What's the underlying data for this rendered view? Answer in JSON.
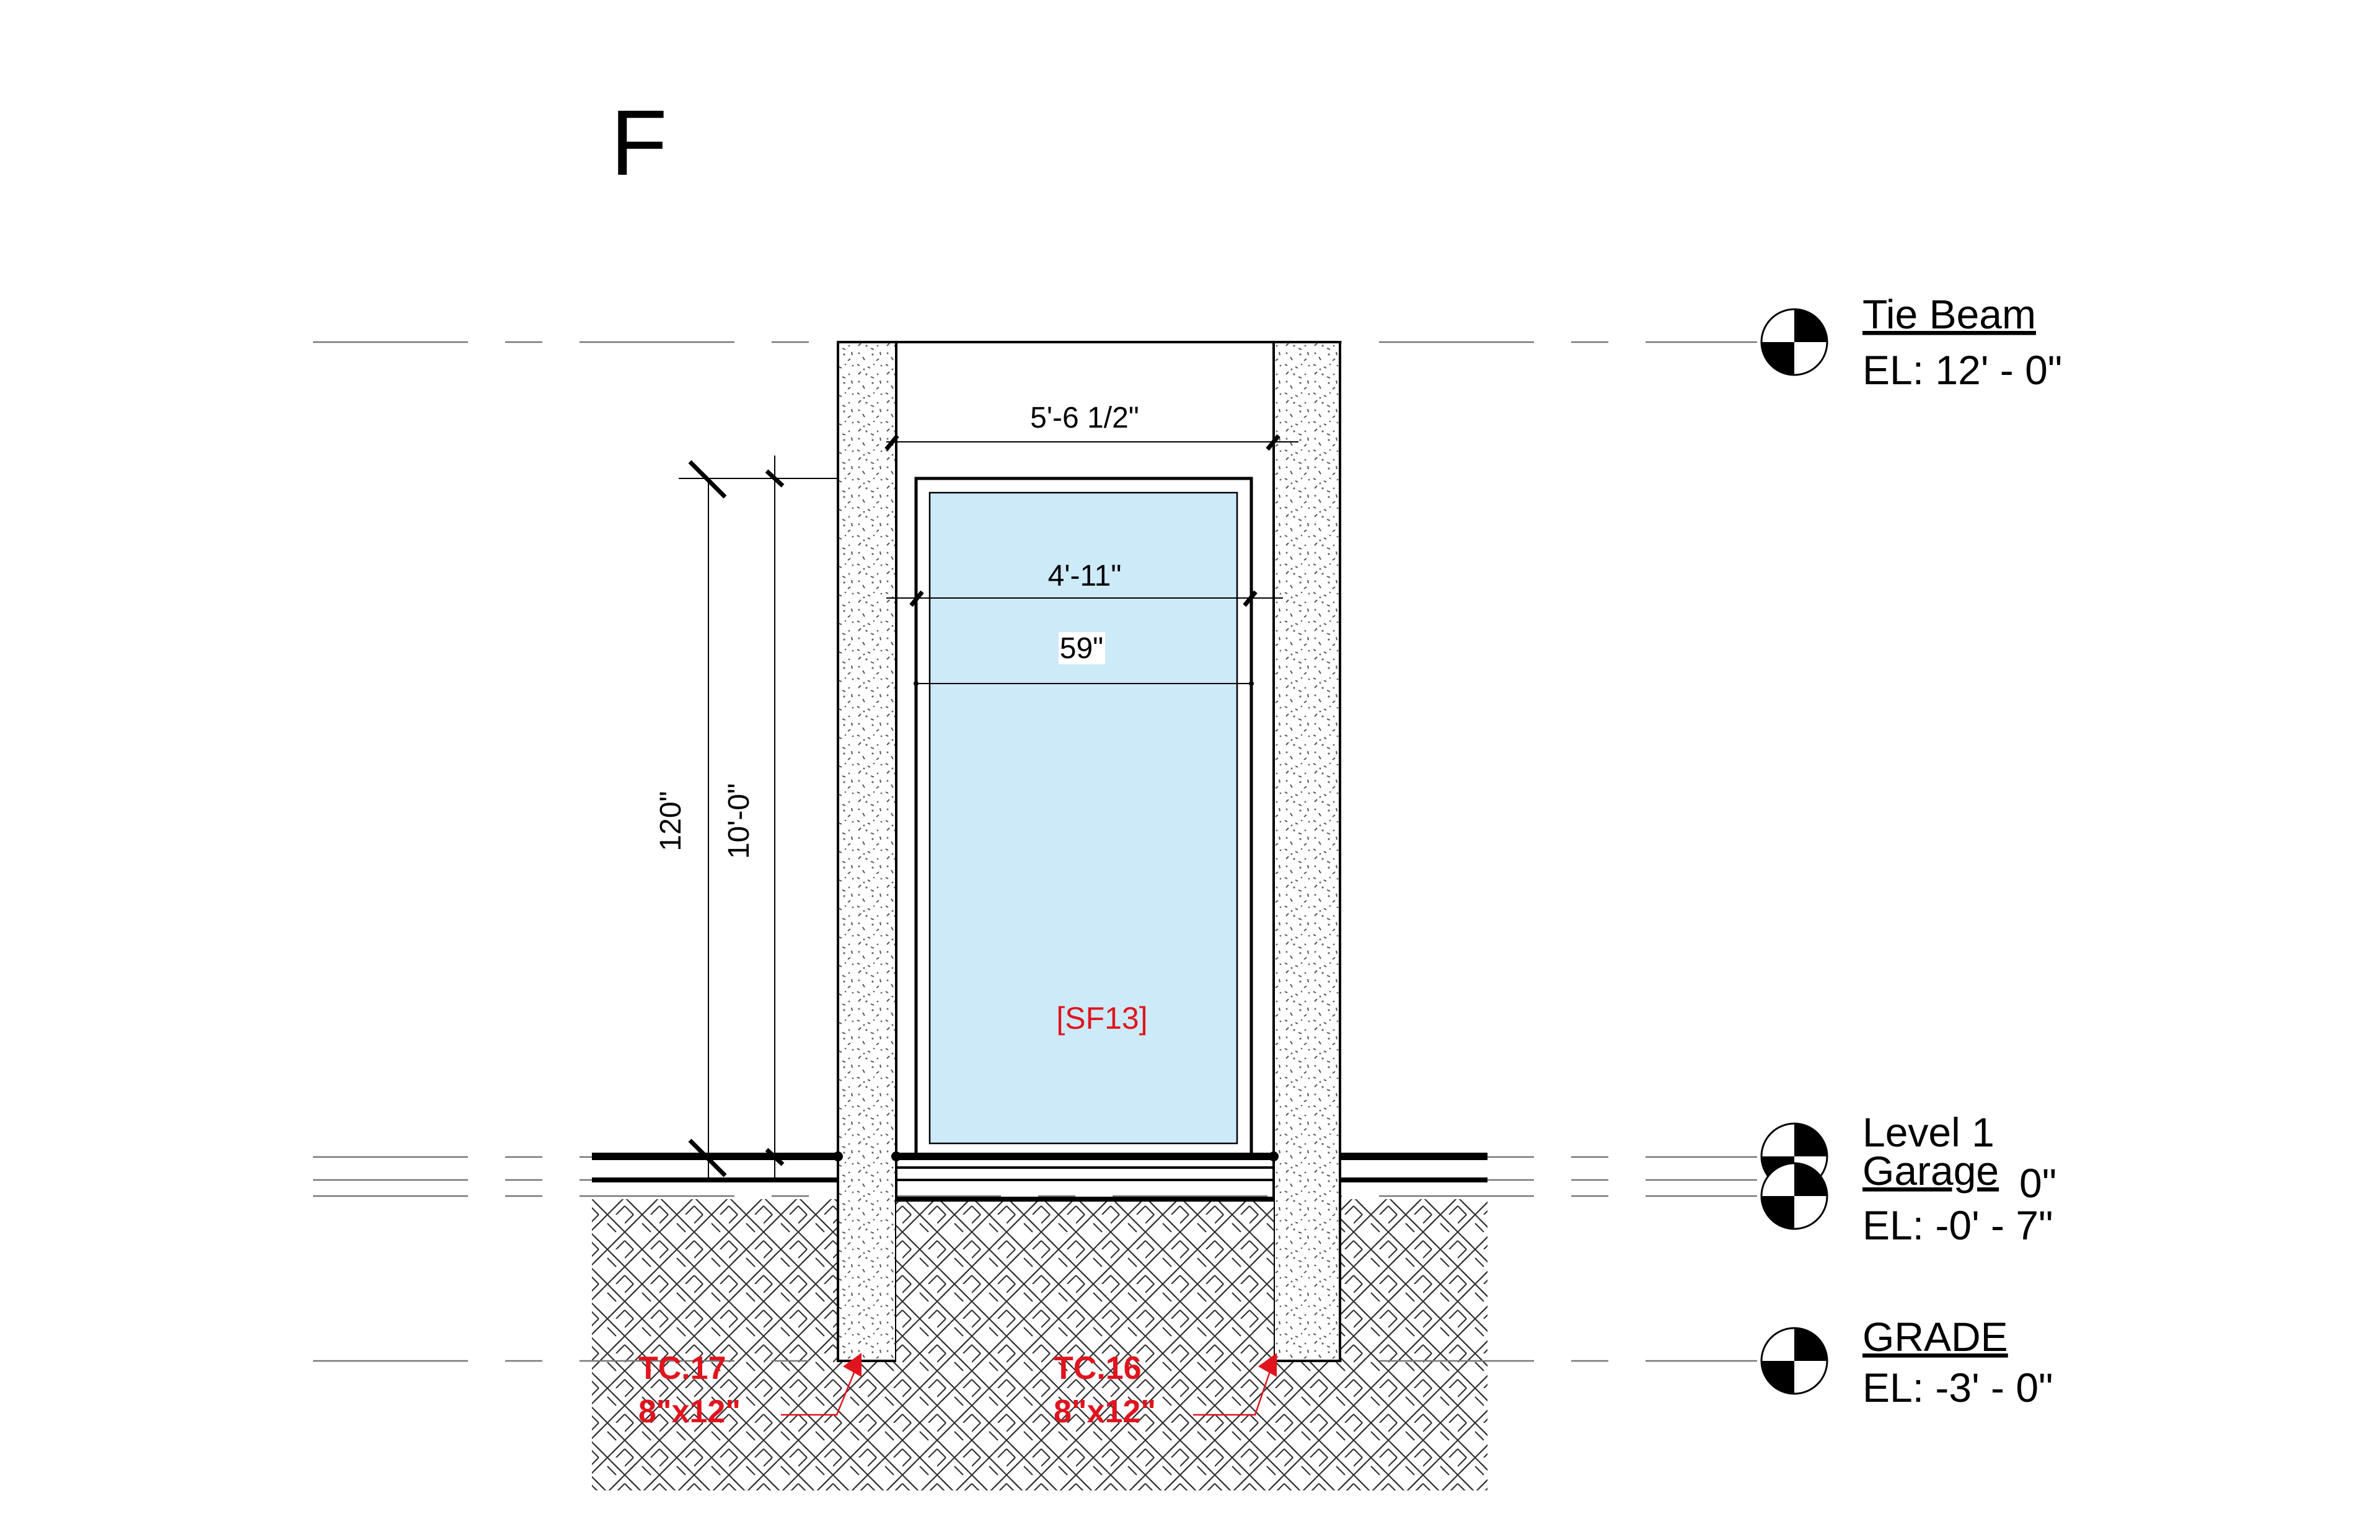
{
  "sheet": {
    "section_letter": "F"
  },
  "levels": [
    {
      "name": "Tie Beam",
      "elevation": "EL: 12' - 0\""
    },
    {
      "name": "Level 1",
      "elevation": "0\""
    },
    {
      "name": "Garage",
      "elevation": "EL: -0' - 7\""
    },
    {
      "name": "GRADE",
      "elevation": "EL: -3' - 0\""
    }
  ],
  "dimensions": {
    "overall_width": "5'-6 1/2\"",
    "frame_width": "4'-11\"",
    "frame_width_inches": "59\"",
    "height_inches": "120\"",
    "height_feet": "10'-0\""
  },
  "tags": {
    "storefront": "[SF13]",
    "columns": [
      {
        "id": "TC.17",
        "size": "8\"x12\""
      },
      {
        "id": "TC.16",
        "size": "8\"x12\""
      }
    ]
  },
  "colors": {
    "glass_fill": "#cdeaf9",
    "tag_red": "#e0141e",
    "line": "#000000"
  }
}
